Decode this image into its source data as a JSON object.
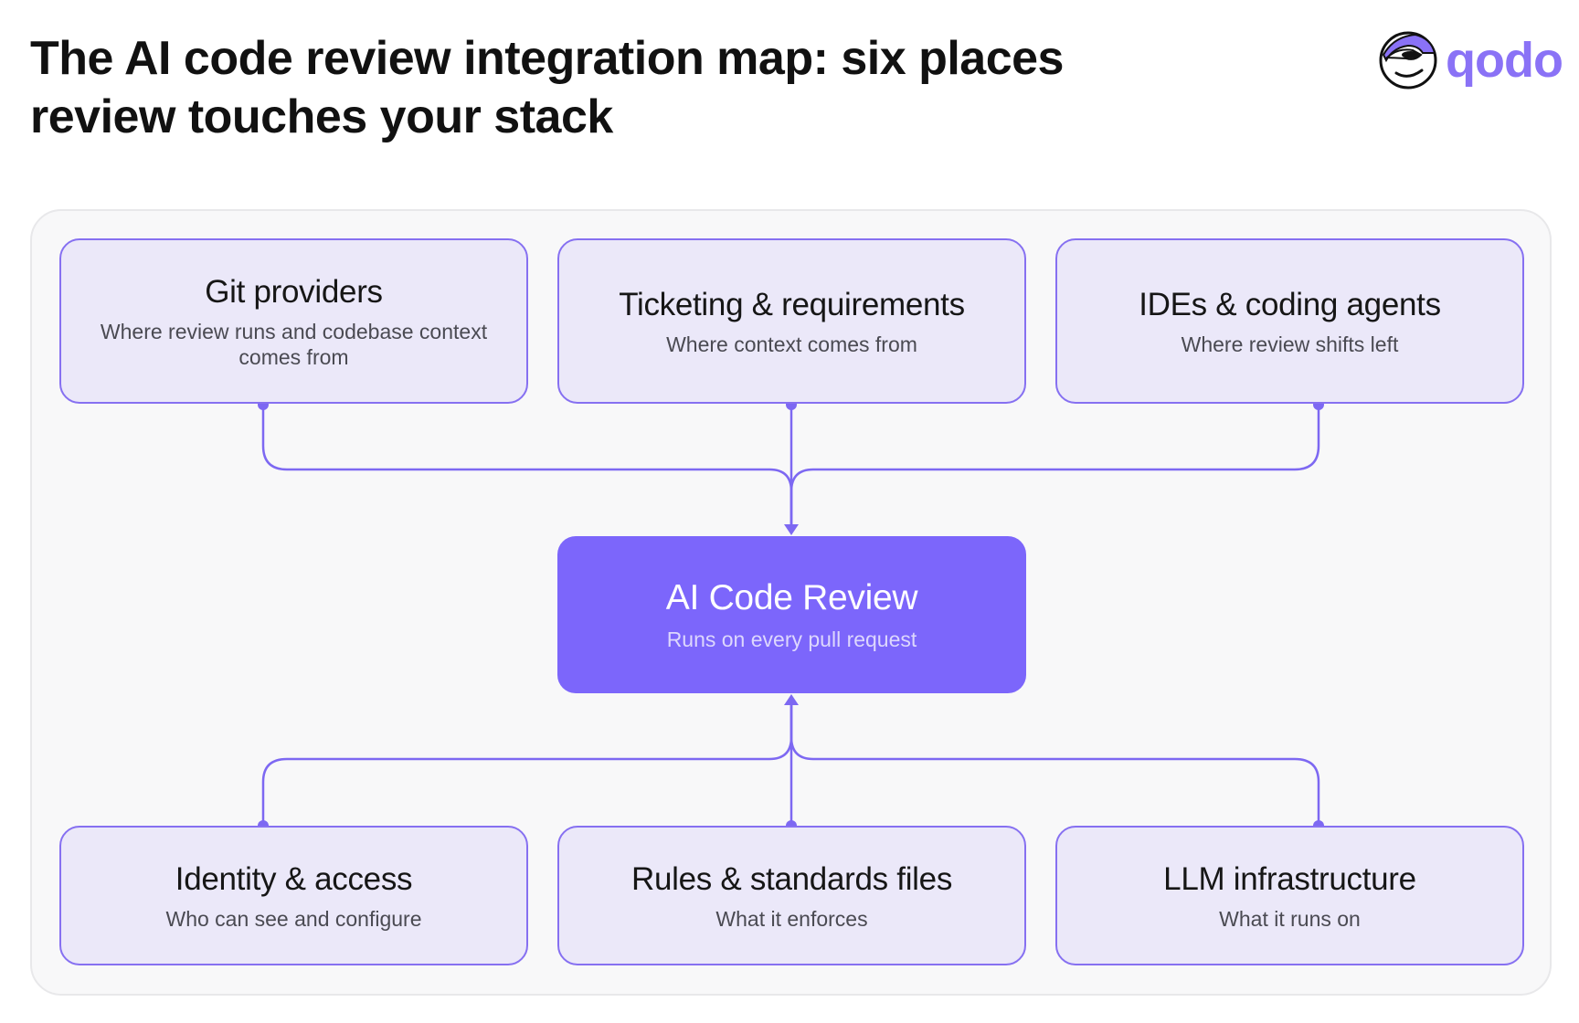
{
  "header": {
    "title": "The AI code review integration map: six places review touches your stack"
  },
  "logo": {
    "wordmark": "qodo",
    "icon": "qodo-mascot-icon",
    "brand_color": "#8a72f6"
  },
  "colors": {
    "accent": "#7c66fb",
    "node_fill": "#ebe8f9",
    "node_border": "#8670f1",
    "connector": "#7d68f2",
    "panel": "#f8f8f9"
  },
  "diagram": {
    "center": {
      "title": "AI Code Review",
      "subtitle": "Runs on every pull request"
    },
    "inputs": [
      {
        "title": "Git providers",
        "subtitle": "Where review runs and codebase context comes from"
      },
      {
        "title": "Ticketing & requirements",
        "subtitle": "Where context comes from"
      },
      {
        "title": "IDEs & coding agents",
        "subtitle": "Where review shifts left"
      }
    ],
    "foundations": [
      {
        "title": "Identity & access",
        "subtitle": "Who can see and configure"
      },
      {
        "title": "Rules & standards files",
        "subtitle": "What it enforces"
      },
      {
        "title": "LLM infrastructure",
        "subtitle": "What it runs on"
      }
    ],
    "connections": [
      {
        "from": "Git providers",
        "to": "AI Code Review"
      },
      {
        "from": "Ticketing & requirements",
        "to": "AI Code Review"
      },
      {
        "from": "IDEs & coding agents",
        "to": "AI Code Review"
      },
      {
        "from": "Identity & access",
        "to": "AI Code Review"
      },
      {
        "from": "Rules & standards files",
        "to": "AI Code Review"
      },
      {
        "from": "LLM infrastructure",
        "to": "AI Code Review"
      }
    ]
  }
}
